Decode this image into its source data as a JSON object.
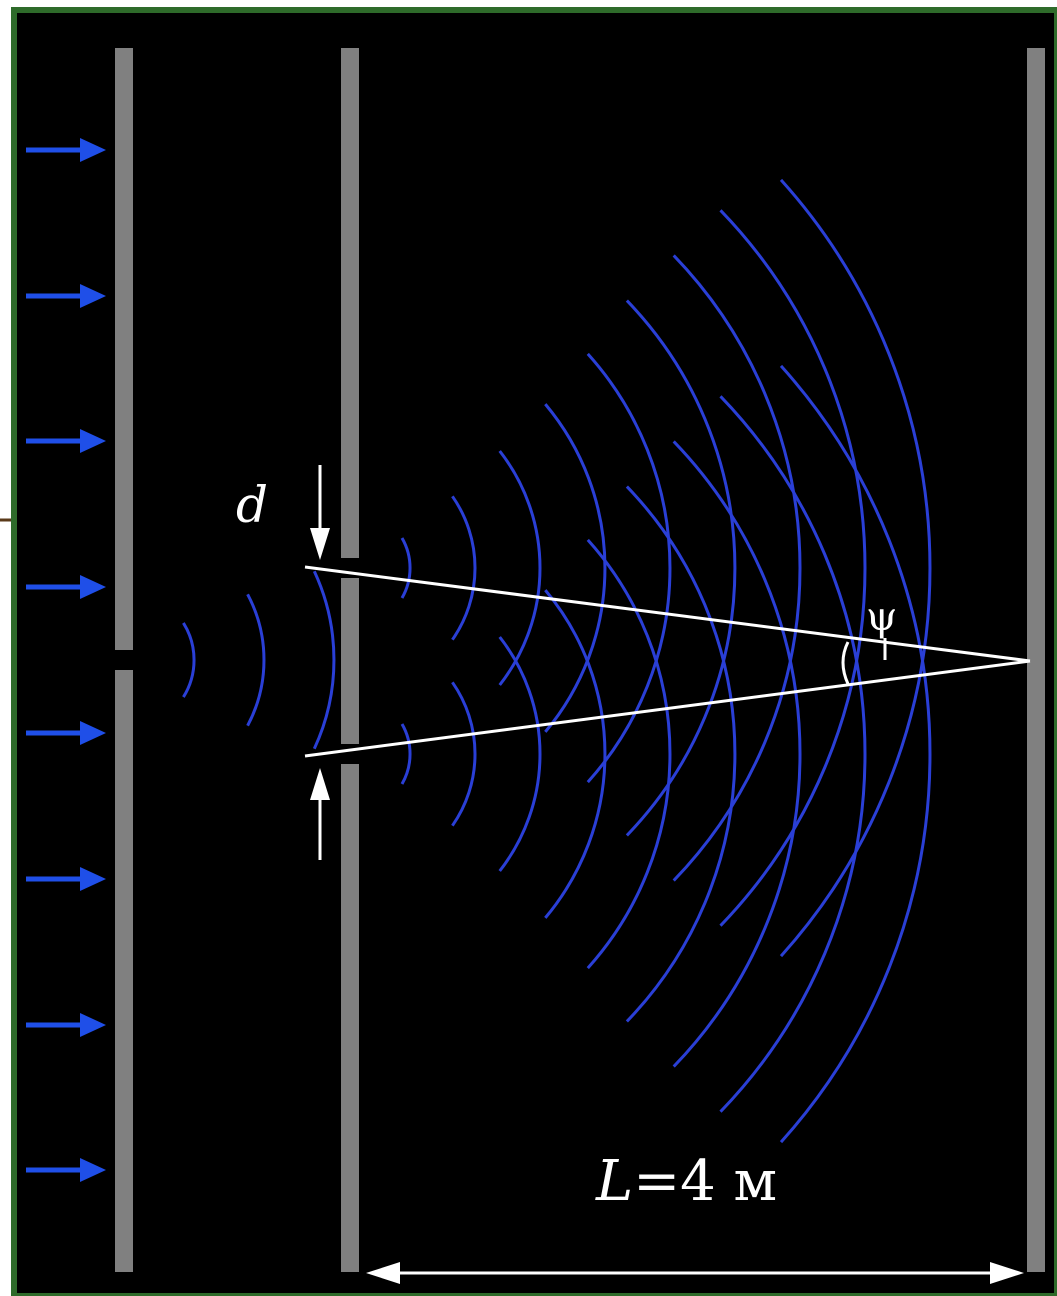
{
  "labels": {
    "d": "d",
    "psi": "ψ",
    "L_italic": "L",
    "L_rest": "=4 м"
  },
  "colors": {
    "background": "#000000",
    "frame_border": "#2e6b2a",
    "barrier": "#808080",
    "wave": "#2a3fd6",
    "arrow": "#1f4fe8",
    "construction": "#ffffff"
  }
}
